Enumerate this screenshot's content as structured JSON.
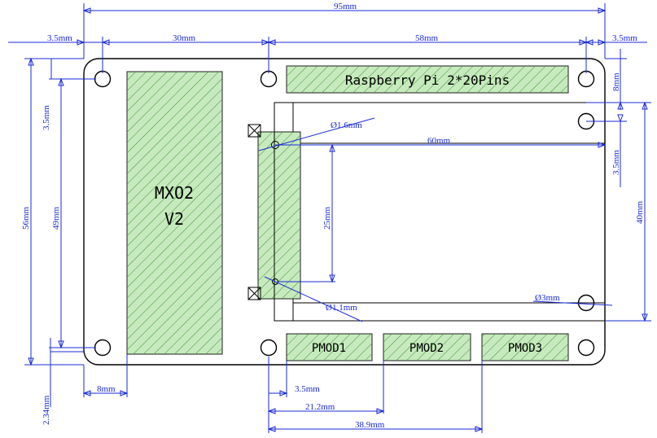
{
  "colors": {
    "dimension": "#1a2bd6",
    "outline": "#000000",
    "hatch_fill": "#c6eabd",
    "hatch_line": "#3f8f35"
  },
  "labels": {
    "pi_header": "Raspberry Pi 2*20Pins",
    "module_line1": "MXO2",
    "module_line2": "V2",
    "pmod1": "PMOD1",
    "pmod2": "PMOD2",
    "pmod3": "PMOD3"
  },
  "dimensions": {
    "total_width": "95mm",
    "left_margin": "3.5mm",
    "module_span": "30mm",
    "header_span": "58mm",
    "right_margin": "3.5mm",
    "header_offset": "8mm",
    "top_margin": "3.5mm",
    "total_height": "56mm",
    "hole_spacing_vertical": "49mm",
    "bottom_offset": "2.34mm",
    "module_left": "8mm",
    "right_hole_offset": "3.5mm",
    "connector_length": "60mm",
    "connector_height": "25mm",
    "right_height": "40mm",
    "hole_big": "Ø1.6mm",
    "hole_small": "Ø1.1mm",
    "hole_3mm": "Ø3mm",
    "pmod1_offset": "3.5mm",
    "pmod2_offset": "21.2mm",
    "pmod3_offset": "38.9mm"
  }
}
